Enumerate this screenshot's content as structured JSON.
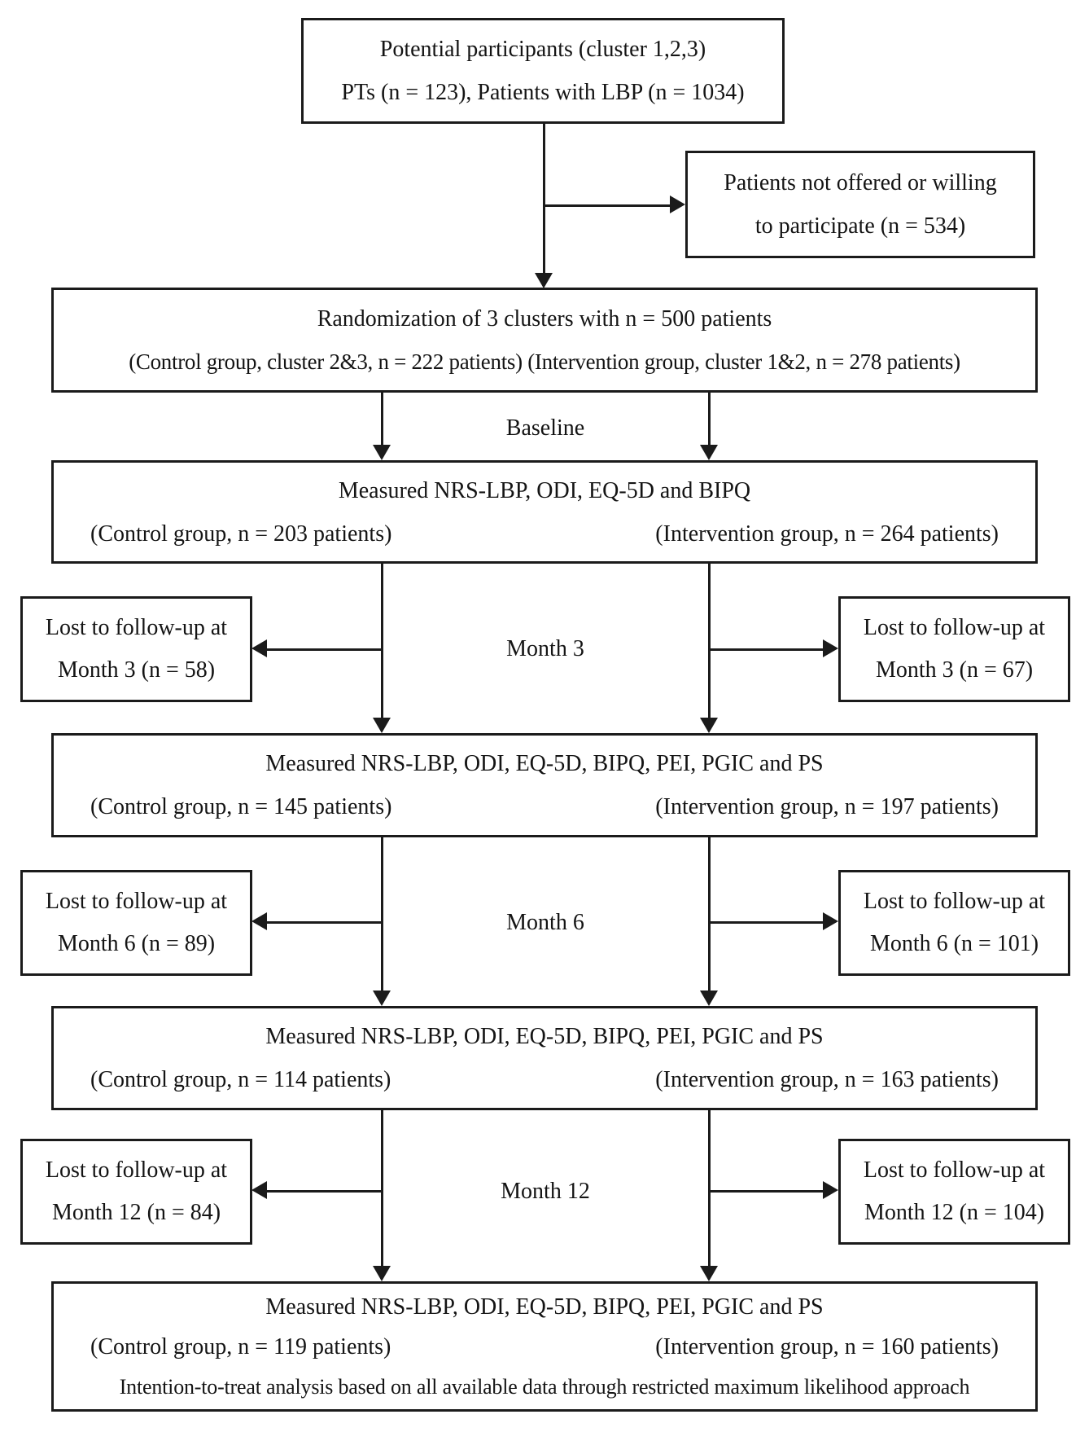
{
  "potential": {
    "line1": "Potential participants (cluster 1,2,3)",
    "line2": "PTs (n = 123), Patients with LBP (n = 1034)"
  },
  "excluded": {
    "line1": "Patients not offered or willing",
    "line2": "to participate (n = 534)"
  },
  "randomization": {
    "line1": "Randomization of 3 clusters with n = 500 patients",
    "line2": "(Control group, cluster 2&3, n = 222 patients) (Intervention group, cluster 1&2, n = 278 patients)"
  },
  "stage_labels": {
    "baseline": "Baseline",
    "month3": "Month 3",
    "month6": "Month 6",
    "month12": "Month 12"
  },
  "measurements": [
    {
      "measured": "Measured NRS-LBP, ODI, EQ-5D and BIPQ",
      "control": "(Control group, n = 203 patients)",
      "intervention": "(Intervention group, n = 264 patients)"
    },
    {
      "measured": "Measured NRS-LBP, ODI, EQ-5D, BIPQ, PEI, PGIC and PS",
      "control": "(Control group, n = 145 patients)",
      "intervention": "(Intervention group, n = 197 patients)"
    },
    {
      "measured": "Measured NRS-LBP, ODI, EQ-5D, BIPQ, PEI, PGIC and PS",
      "control": "(Control group, n = 114 patients)",
      "intervention": "(Intervention group, n = 163 patients)"
    },
    {
      "measured": "Measured NRS-LBP, ODI, EQ-5D, BIPQ, PEI, PGIC and PS",
      "control": "(Control group, n = 119 patients)",
      "intervention": "(Intervention group, n = 160 patients)",
      "note": "Intention-to-treat analysis based on all available data through restricted maximum likelihood approach"
    }
  ],
  "followups": [
    {
      "lost_control_line1": "Lost to follow-up at",
      "lost_control_line2": "Month 3 (n = 58)",
      "lost_intervention_line1": "Lost to follow-up at",
      "lost_intervention_line2": "Month 3 (n = 67)"
    },
    {
      "lost_control_line1": "Lost to follow-up at",
      "lost_control_line2": "Month 6 (n = 89)",
      "lost_intervention_line1": "Lost to follow-up at",
      "lost_intervention_line2": "Month 6 (n = 101)"
    },
    {
      "lost_control_line1": "Lost to follow-up at",
      "lost_control_line2": "Month 12 (n = 84)",
      "lost_intervention_line1": "Lost to follow-up at",
      "lost_intervention_line2": "Month 12 (n = 104)"
    }
  ],
  "colors": {
    "line": "#1b1b1b",
    "background": "#ffffff",
    "text": "#141414"
  }
}
